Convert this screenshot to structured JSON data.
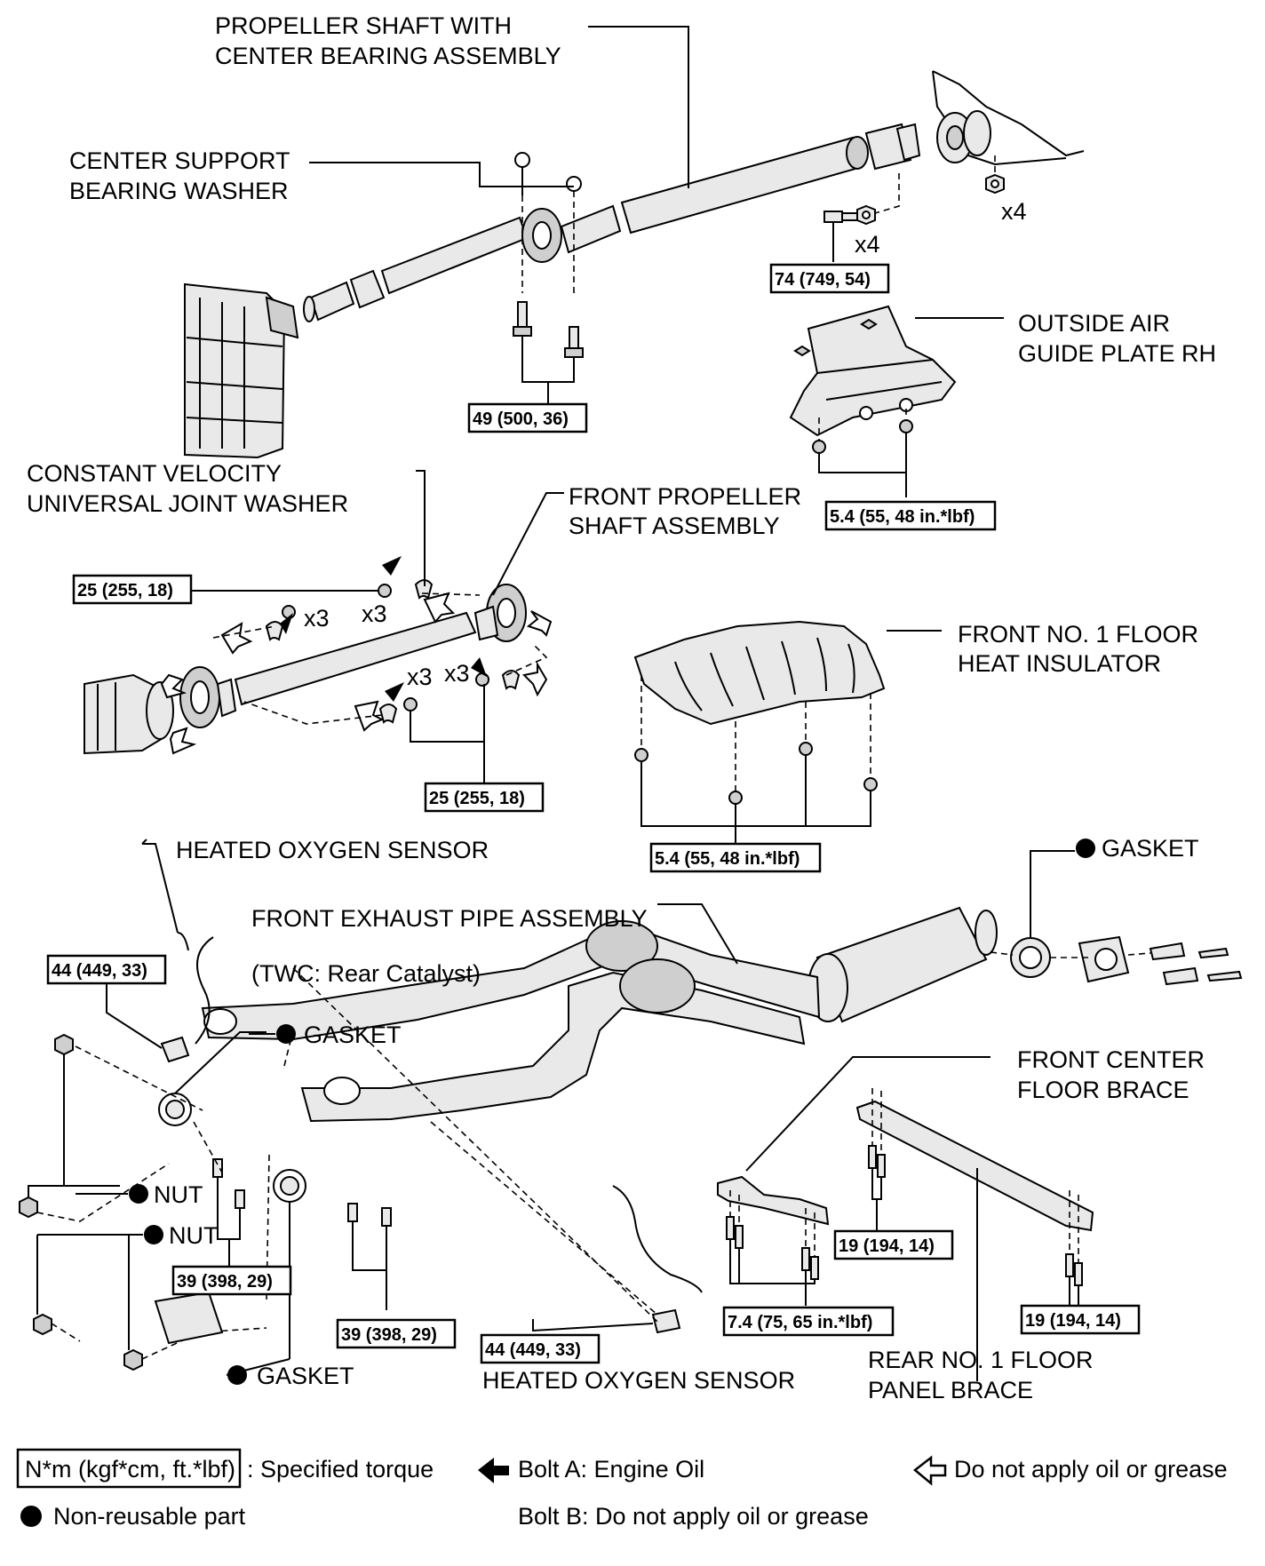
{
  "labels": {
    "propeller_shaft_1": "PROPELLER SHAFT WITH",
    "propeller_shaft_2": "CENTER BEARING ASSEMBLY",
    "center_support_1": "CENTER SUPPORT",
    "center_support_2": "BEARING WASHER",
    "outside_air_1": "OUTSIDE AIR",
    "outside_air_2": "GUIDE PLATE RH",
    "cv_washer_1": "CONSTANT VELOCITY",
    "cv_washer_2": "UNIVERSAL JOINT WASHER",
    "front_prop_1": "FRONT PROPELLER",
    "front_prop_2": "SHAFT ASSEMBLY",
    "floor_insulator_1": "FRONT NO. 1 FLOOR",
    "floor_insulator_2": "HEAT INSULATOR",
    "heated_o2_top": "HEATED OXYGEN SENSOR",
    "heated_o2_bottom": "HEATED OXYGEN SENSOR",
    "front_exhaust": "FRONT EXHAUST PIPE ASSEMBLY",
    "twc": "(TWC: Rear Catalyst)",
    "gasket_top_right": "GASKET",
    "gasket_mid": "GASKET",
    "gasket_bottom": "GASKET",
    "nut_1": "NUT",
    "nut_2": "NUT",
    "front_center_brace_1": "FRONT CENTER",
    "front_center_brace_2": "FLOOR BRACE",
    "rear_brace_1": "REAR NO. 1 FLOOR",
    "rear_brace_2": "PANEL BRACE",
    "x4_a": "x4",
    "x4_b": "x4",
    "x3_a": "x3",
    "x3_b": "x3",
    "x3_c": "x3",
    "x3_d": "x3"
  },
  "torques": {
    "t74": "74 (749, 54)",
    "t49": "49 (500, 36)",
    "t54a": "5.4 (55, 48 in.*lbf)",
    "t25a": "25 (255, 18)",
    "t25b": "25 (255, 18)",
    "t54b": "5.4 (55, 48 in.*lbf)",
    "t44a": "44 (449, 33)",
    "t39a": "39 (398, 29)",
    "t39b": "39 (398, 29)",
    "t44b": "44 (449, 33)",
    "t74b": "7.4 (75, 65 in.*lbf)",
    "t19a": "19 (194, 14)",
    "t19b": "19 (194, 14)"
  },
  "legend": {
    "torque_box": "N*m (kgf*cm, ft.*lbf)",
    "torque_desc": ": Specified torque",
    "non_reusable": "Non-reusable part",
    "bolt_a": "Bolt A: Engine Oil",
    "bolt_b": "Bolt B: Do not apply oil or grease",
    "no_oil": "Do not apply oil or grease"
  },
  "icons": {
    "bullet": "filled-circle-icon",
    "bolt_a_arrow": "solid-arrow-left-icon",
    "no_oil_arrow": "hollow-arrow-left-icon"
  }
}
